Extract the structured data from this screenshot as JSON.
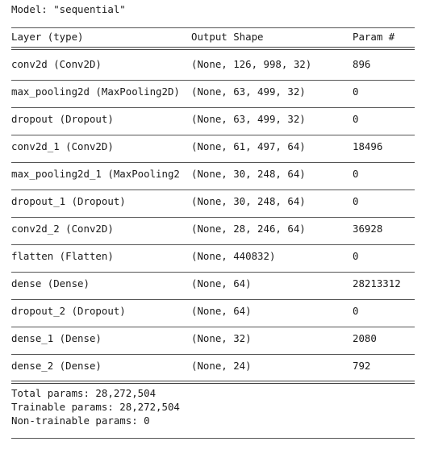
{
  "model_line": "Model: \"sequential\"",
  "header": {
    "layer": "Layer (type)",
    "output": "Output Shape",
    "param": "Param #"
  },
  "rows": [
    {
      "layer": "conv2d (Conv2D)",
      "output": "(None, 126, 998, 32)",
      "param": "896"
    },
    {
      "layer": "max_pooling2d (MaxPooling2D)",
      "output": "(None, 63, 499, 32)",
      "param": "0"
    },
    {
      "layer": "dropout (Dropout)",
      "output": "(None, 63, 499, 32)",
      "param": "0"
    },
    {
      "layer": "conv2d_1 (Conv2D)",
      "output": "(None, 61, 497, 64)",
      "param": "18496"
    },
    {
      "layer": "max_pooling2d_1 (MaxPooling2",
      "output": "(None, 30, 248, 64)",
      "param": "0"
    },
    {
      "layer": "dropout_1 (Dropout)",
      "output": "(None, 30, 248, 64)",
      "param": "0"
    },
    {
      "layer": "conv2d_2 (Conv2D)",
      "output": "(None, 28, 246, 64)",
      "param": "36928"
    },
    {
      "layer": "flatten (Flatten)",
      "output": "(None, 440832)",
      "param": "0"
    },
    {
      "layer": "dense (Dense)",
      "output": "(None, 64)",
      "param": "28213312"
    },
    {
      "layer": "dropout_2 (Dropout)",
      "output": "(None, 64)",
      "param": "0"
    },
    {
      "layer": "dense_1 (Dense)",
      "output": "(None, 32)",
      "param": "2080"
    },
    {
      "layer": "dense_2 (Dense)",
      "output": "(None, 24)",
      "param": "792"
    }
  ],
  "totals": {
    "total": "Total params: 28,272,504",
    "trainable": "Trainable params: 28,272,504",
    "non_trainable": "Non-trainable params: 0"
  }
}
